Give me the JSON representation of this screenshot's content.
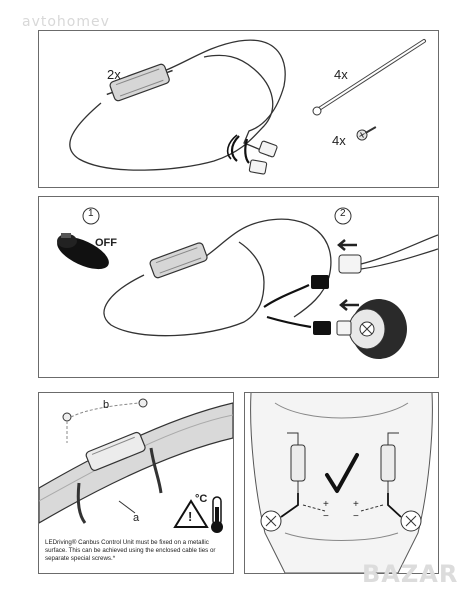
{
  "watermarks": {
    "top_left": "avtohomev",
    "bottom_right": "BAZAR"
  },
  "panel1": {
    "qty_module": "2x",
    "qty_cable_tie": "4x",
    "qty_screw": "4x"
  },
  "panel2": {
    "step1": "1",
    "step2": "2",
    "ignition": "OFF"
  },
  "panel3": {
    "label_a": "a",
    "label_b": "b",
    "temp_unit": "°C",
    "warning_mark": "!",
    "note_line1": "LEDriving® Canbus Control Unit must be fixed on a metallic",
    "note_line2": "surface. This can be achieved using the enclosed cable ties or",
    "note_line3": "separate special screws.*"
  },
  "panel4": {
    "plus": "+",
    "minus": "−"
  },
  "colors": {
    "frame": "#6b6b6b",
    "line": "#333333",
    "module": "#cfcfcf",
    "arrow": "#222222"
  }
}
